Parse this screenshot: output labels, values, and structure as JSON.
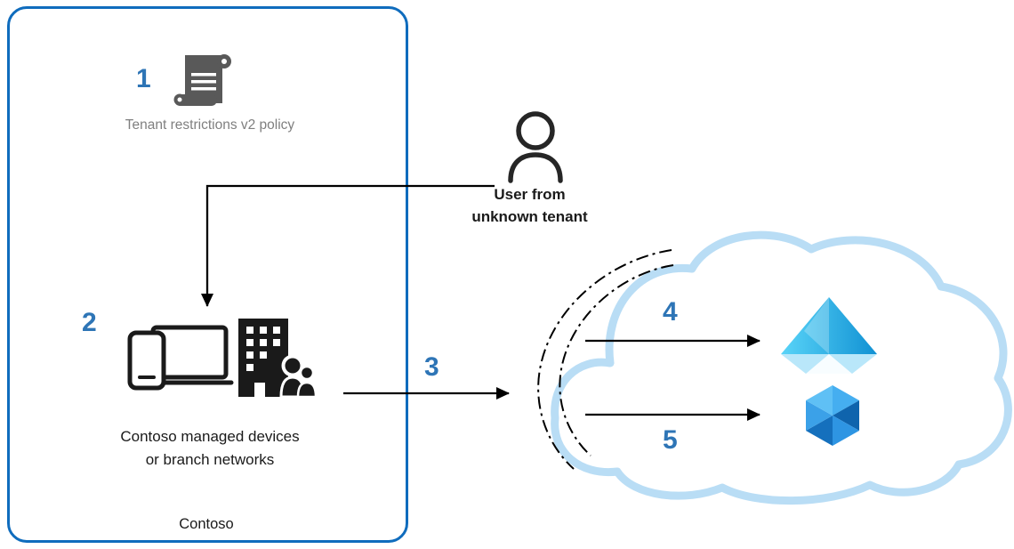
{
  "contoso": {
    "box_label": "Contoso",
    "policy_caption": "Tenant restrictions v2 policy",
    "devices_caption_line1": "Contoso managed devices",
    "devices_caption_line2": "or  branch networks"
  },
  "user": {
    "caption_line1": "User from",
    "caption_line2": "unknown tenant"
  },
  "steps": {
    "s1": "1",
    "s2": "2",
    "s3": "3",
    "s4": "4",
    "s5": "5"
  },
  "colors": {
    "contoso_border": "#0f6cbd",
    "step_number": "#2e75b6",
    "cloud_outline": "#b9ddf5",
    "policy_icon_gray": "#595959",
    "policy_caption_gray": "#7f7f7f",
    "arrow": "#000000",
    "entra_icon_blue": "#1b9ad9",
    "polyhedron_blue": "#1d7fd0"
  }
}
